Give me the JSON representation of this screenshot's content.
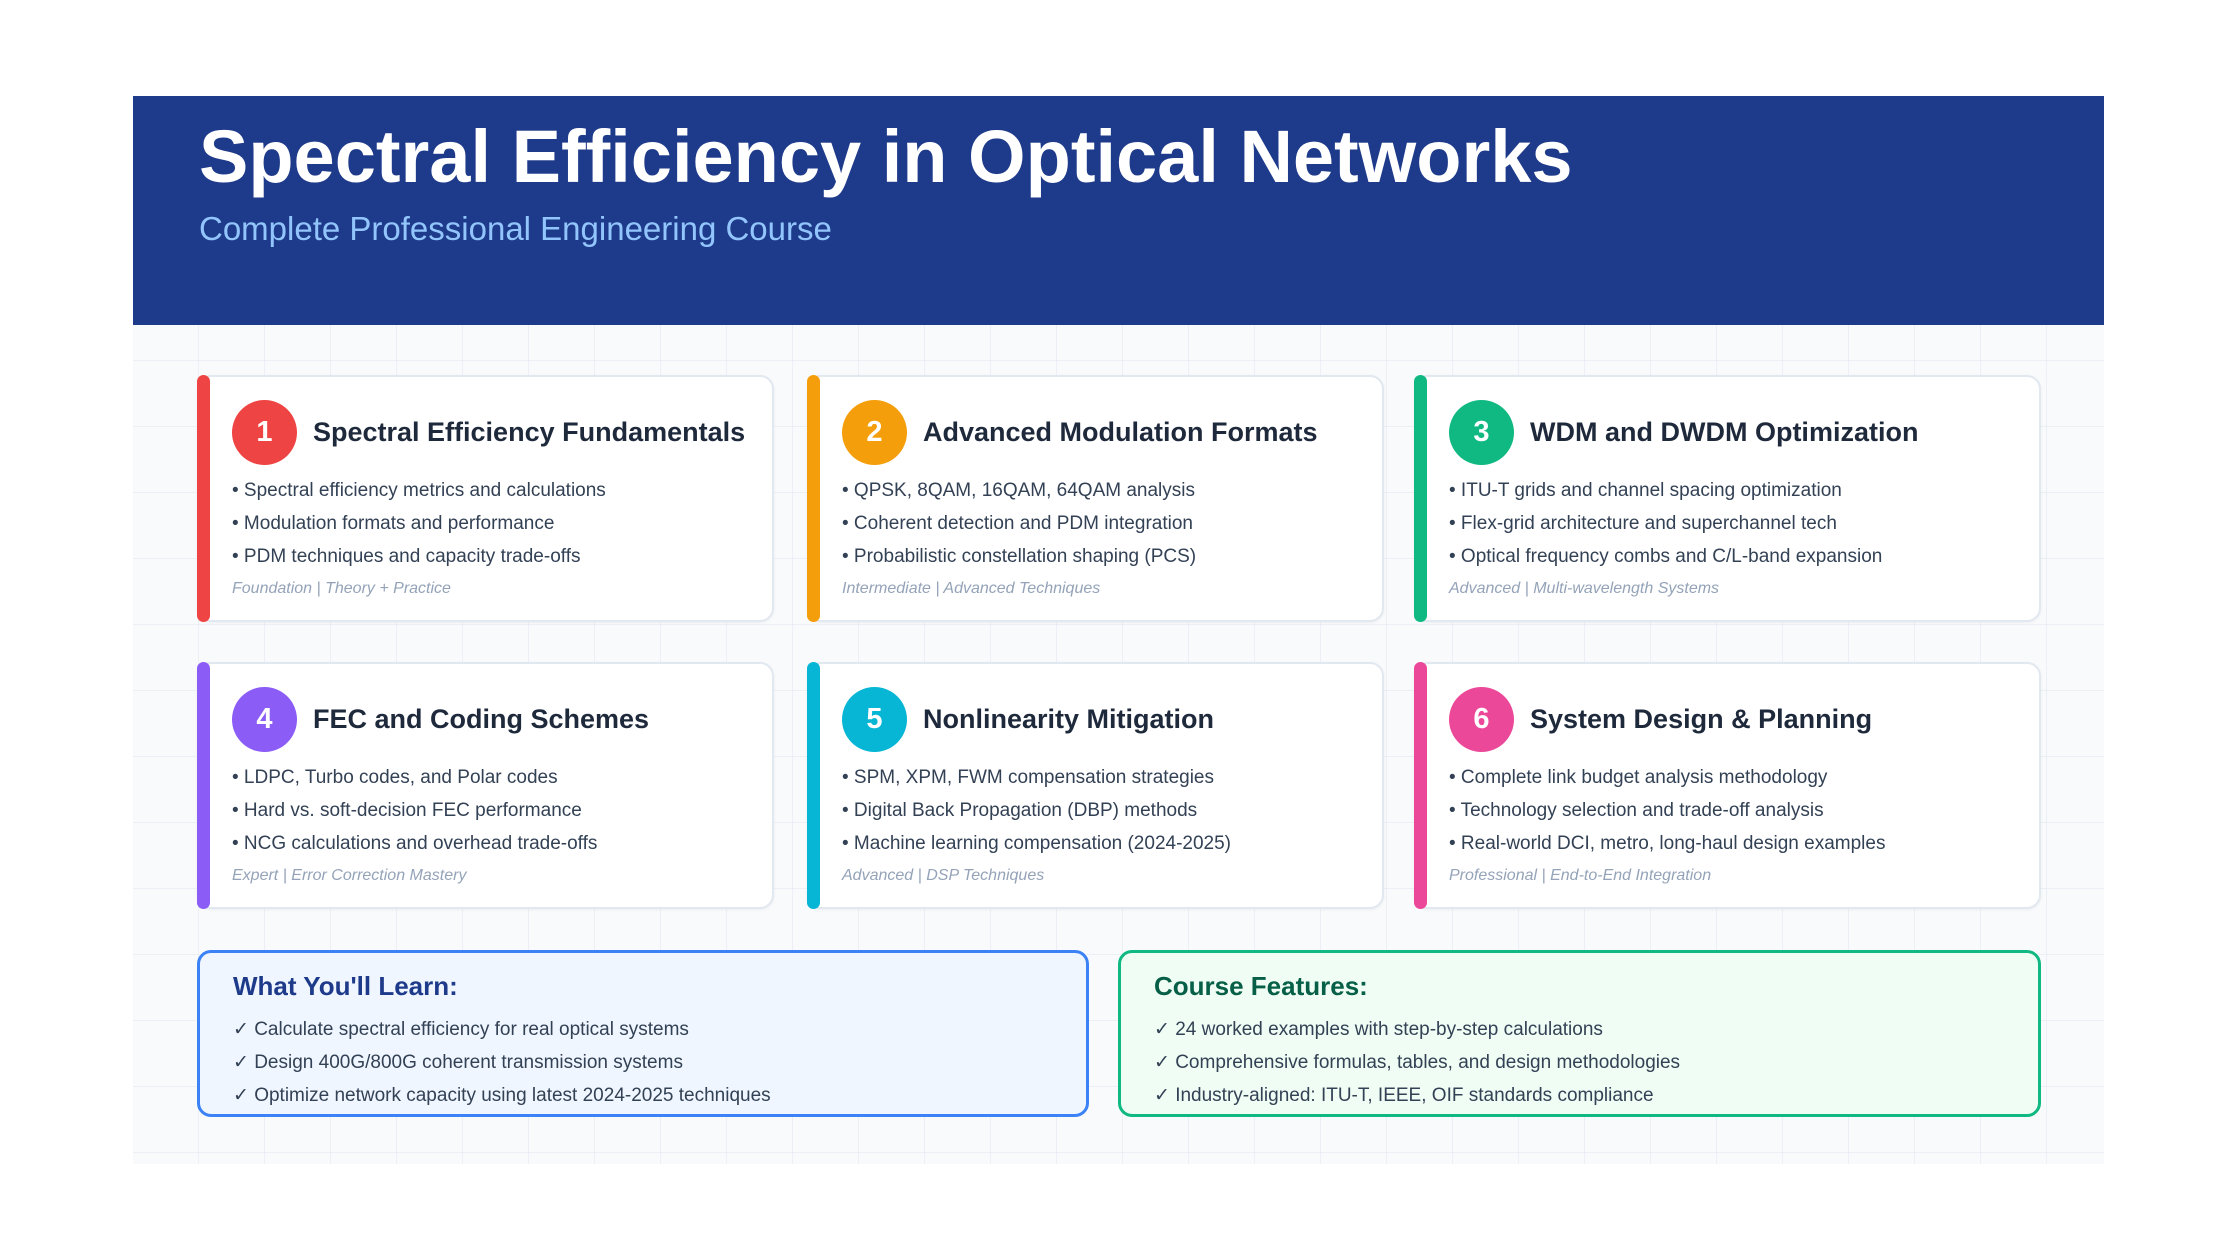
{
  "header": {
    "title": "Spectral Efficiency in Optical Networks",
    "subtitle": "Complete Professional Engineering Course"
  },
  "colors": {
    "header_bg": "#1e3a8a",
    "subtitle": "#93c5fd",
    "module_accents": [
      "#ef4444",
      "#f59e0b",
      "#10b981",
      "#8b5cf6",
      "#06b6d4",
      "#ec4899"
    ],
    "learn_border": "#3b82f6",
    "features_border": "#10b981"
  },
  "modules": [
    {
      "number": "1",
      "title": "Spectral Efficiency Fundamentals",
      "bullets": [
        "• Spectral efficiency metrics and calculations",
        "• Modulation formats and performance",
        "• PDM techniques and capacity trade-offs"
      ],
      "footer": "Foundation | Theory + Practice"
    },
    {
      "number": "2",
      "title": "Advanced Modulation Formats",
      "bullets": [
        "• QPSK, 8QAM, 16QAM, 64QAM analysis",
        "• Coherent detection and PDM integration",
        "• Probabilistic constellation shaping (PCS)"
      ],
      "footer": "Intermediate | Advanced Techniques"
    },
    {
      "number": "3",
      "title": "WDM and DWDM Optimization",
      "bullets": [
        "• ITU-T grids and channel spacing optimization",
        "• Flex-grid architecture and superchannel tech",
        "• Optical frequency combs and C/L-band expansion"
      ],
      "footer": "Advanced | Multi-wavelength Systems"
    },
    {
      "number": "4",
      "title": "FEC and Coding Schemes",
      "bullets": [
        "• LDPC, Turbo codes, and Polar codes",
        "• Hard vs. soft-decision FEC performance",
        "• NCG calculations and overhead trade-offs"
      ],
      "footer": "Expert | Error Correction Mastery"
    },
    {
      "number": "5",
      "title": "Nonlinearity Mitigation",
      "bullets": [
        "• SPM, XPM, FWM compensation strategies",
        "• Digital Back Propagation (DBP) methods",
        "• Machine learning compensation (2024-2025)"
      ],
      "footer": "Advanced | DSP Techniques"
    },
    {
      "number": "6",
      "title": "System Design & Planning",
      "bullets": [
        "• Complete link budget analysis methodology",
        "• Technology selection and trade-off analysis",
        "• Real-world DCI, metro, long-haul design examples"
      ],
      "footer": "Professional | End-to-End Integration"
    }
  ],
  "learn": {
    "heading": "What You'll Learn:",
    "items": [
      "✓ Calculate spectral efficiency for real optical systems",
      "✓ Design 400G/800G coherent transmission systems",
      "✓ Optimize network capacity using latest 2024-2025 techniques"
    ]
  },
  "features": {
    "heading": "Course Features:",
    "items": [
      "✓ 24 worked examples with step-by-step calculations",
      "✓ Comprehensive formulas, tables, and design methodologies",
      "✓ Industry-aligned: ITU-T, IEEE, OIF standards compliance"
    ]
  }
}
